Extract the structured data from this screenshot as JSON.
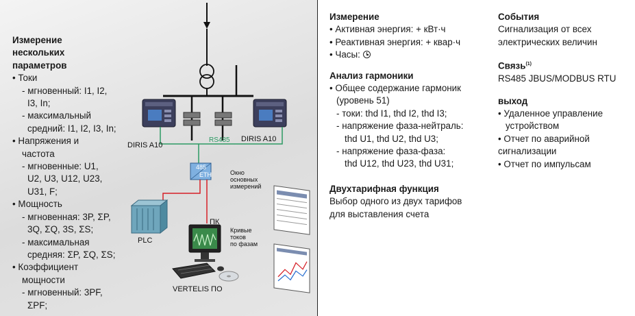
{
  "left": {
    "heading": "Измерение нескольких параметров",
    "currents": "Токи",
    "currents_instant_1": "мгновенный: I1, I2,",
    "currents_instant_2": "I3, In;",
    "currents_max_1": "максимальный",
    "currents_max_2": "средний: I1, I2, I3, In;",
    "voltage_1": "Напряжения и",
    "voltage_2": "частота",
    "voltage_instant_1": "мгновенные: U1,",
    "voltage_instant_2": "U2, U3, U12, U23,",
    "voltage_instant_3": "U31, F;",
    "power": "Мощность",
    "power_instant_1": "мгновенная: 3P, ΣP,",
    "power_instant_2": "3Q, ΣQ, 3S, ΣS;",
    "power_max_1": "максимальная",
    "power_max_2": "средняя: ΣP, ΣQ, ΣS;",
    "pf_1": "Коэффициент",
    "pf_2": "мощности",
    "pf_instant_1": "мгновенный: 3PF,",
    "pf_instant_2": "ΣPF;"
  },
  "diagram": {
    "diris_left": "DIRIS A10",
    "diris_right": "DIRIS A10",
    "rs485": "RS485",
    "conv_top": "485",
    "conv_bottom": "ETH",
    "window_1": "Окно",
    "window_2": "основных",
    "window_3": "измерений",
    "pc": "ПК",
    "curves_1": "Кривые",
    "curves_2": "токов",
    "curves_3": "по фазам",
    "plc": "PLC",
    "vertelis": "VERTELIS ПО"
  },
  "mid": {
    "measure_head": "Измерение",
    "active": "Активная энергия: + кВт·ч",
    "reactive": "Реактивная энергия: + квар·ч",
    "hours": "Часы:",
    "harm_head": "Анализ гармоники",
    "harm_total_1": "Общее содержание гармоник",
    "harm_total_2": "(уровень 51)",
    "harm_cur": "токи: thd I1, thd I2, thd I3;",
    "harm_vn_1": "напряжение фаза-нейтраль:",
    "harm_vn_2": "thd U1, thd U2, thd U3;",
    "harm_vv_1": "напряжение фаза-фаза:",
    "harm_vv_2": "thd U12, thd U23, thd U31;",
    "tariff_head": "Двухтарифная функция",
    "tariff_1": "Выбор одного из двух тарифов",
    "tariff_2": "для выставления счета"
  },
  "right": {
    "events_head": "События",
    "events_1": "Сигнализация от всех",
    "events_2": "электрических величин",
    "comm_head": "Связь",
    "comm_sup": "(1)",
    "comm_text": "RS485 JBUS/MODBUS RTU",
    "out_head": "выход",
    "out_1a": "Удаленное управление",
    "out_1b": "устройством",
    "out_2a": "Отчет по аварийной",
    "out_2b": "сигнализации",
    "out_3": "Отчет по импульсам"
  }
}
